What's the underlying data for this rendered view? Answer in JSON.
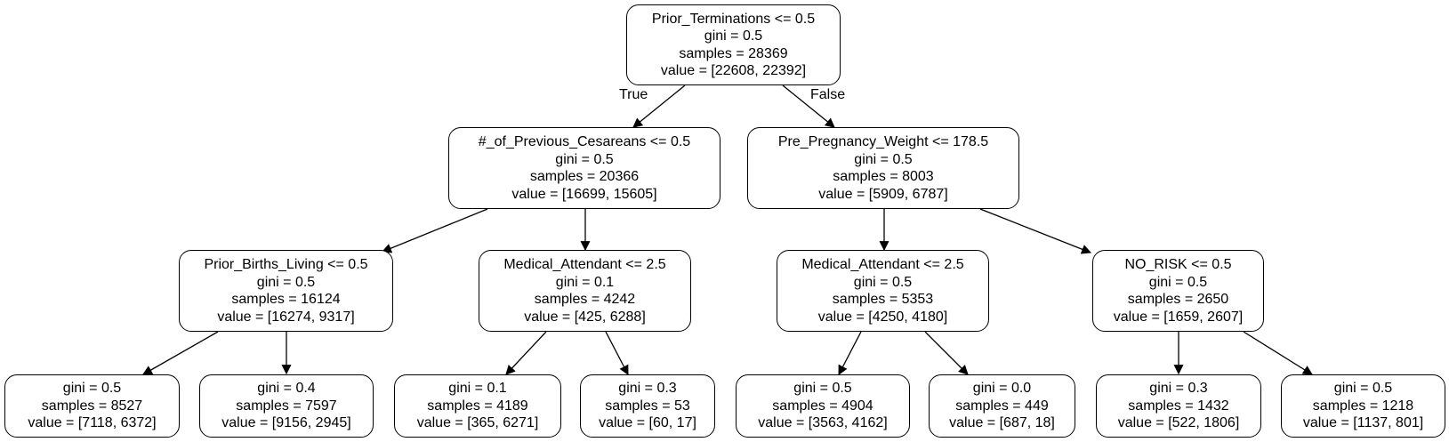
{
  "nodes": {
    "root": {
      "split": "Prior_Terminations <= 0.5",
      "gini": "gini = 0.5",
      "samples": "samples = 28369",
      "value": "value = [22608, 22392]"
    },
    "n1": {
      "split": "#_of_Previous_Cesareans <= 0.5",
      "gini": "gini = 0.5",
      "samples": "samples = 20366",
      "value": "value = [16699, 15605]"
    },
    "n2": {
      "split": "Pre_Pregnancy_Weight <= 178.5",
      "gini": "gini = 0.5",
      "samples": "samples = 8003",
      "value": "value = [5909, 6787]"
    },
    "n3": {
      "split": "Prior_Births_Living <= 0.5",
      "gini": "gini = 0.5",
      "samples": "samples = 16124",
      "value": "value = [16274, 9317]"
    },
    "n4": {
      "split": "Medical_Attendant <= 2.5",
      "gini": "gini = 0.1",
      "samples": "samples = 4242",
      "value": "value = [425, 6288]"
    },
    "n5": {
      "split": "Medical_Attendant <= 2.5",
      "gini": "gini = 0.5",
      "samples": "samples = 5353",
      "value": "value = [4250, 4180]"
    },
    "n6": {
      "split": "NO_RISK <= 0.5",
      "gini": "gini = 0.5",
      "samples": "samples = 2650",
      "value": "value = [1659, 2607]"
    },
    "l1": {
      "gini": "gini = 0.5",
      "samples": "samples = 8527",
      "value": "value = [7118, 6372]"
    },
    "l2": {
      "gini": "gini = 0.4",
      "samples": "samples = 7597",
      "value": "value = [9156, 2945]"
    },
    "l3": {
      "gini": "gini = 0.1",
      "samples": "samples = 4189",
      "value": "value = [365, 6271]"
    },
    "l4": {
      "gini": "gini = 0.3",
      "samples": "samples = 53",
      "value": "value = [60, 17]"
    },
    "l5": {
      "gini": "gini = 0.5",
      "samples": "samples = 4904",
      "value": "value = [3563, 4162]"
    },
    "l6": {
      "gini": "gini = 0.0",
      "samples": "samples = 449",
      "value": "value = [687, 18]"
    },
    "l7": {
      "gini": "gini = 0.3",
      "samples": "samples = 1432",
      "value": "value = [522, 1806]"
    },
    "l8": {
      "gini": "gini = 0.5",
      "samples": "samples = 1218",
      "value": "value = [1137, 801]"
    }
  },
  "edge_labels": {
    "true": "True",
    "false": "False"
  }
}
